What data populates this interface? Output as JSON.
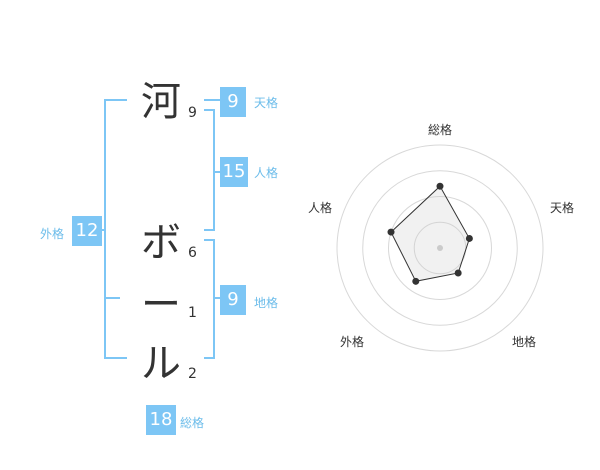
{
  "name": {
    "characters": [
      {
        "char": "河",
        "strokes": "9"
      },
      {
        "char": "ボ",
        "strokes": "6"
      },
      {
        "char": "ー",
        "strokes": "1"
      },
      {
        "char": "ル",
        "strokes": "2"
      }
    ]
  },
  "kakusu": {
    "tenkaku": {
      "value": "9",
      "label": "天格"
    },
    "jinkaku": {
      "value": "15",
      "label": "人格"
    },
    "chikaku": {
      "value": "9",
      "label": "地格"
    },
    "gaikaku": {
      "value": "12",
      "label": "外格"
    },
    "soukaku": {
      "value": "18",
      "label": "総格"
    }
  },
  "colors": {
    "accent": "#7dc6f5",
    "bracket": "#7dc6f5",
    "text": "#333333"
  },
  "chart_data": {
    "type": "radar",
    "axes": [
      "総格",
      "天格",
      "地格",
      "外格",
      "人格"
    ],
    "values": [
      18,
      9,
      9,
      12,
      15
    ],
    "rings": 4
  }
}
